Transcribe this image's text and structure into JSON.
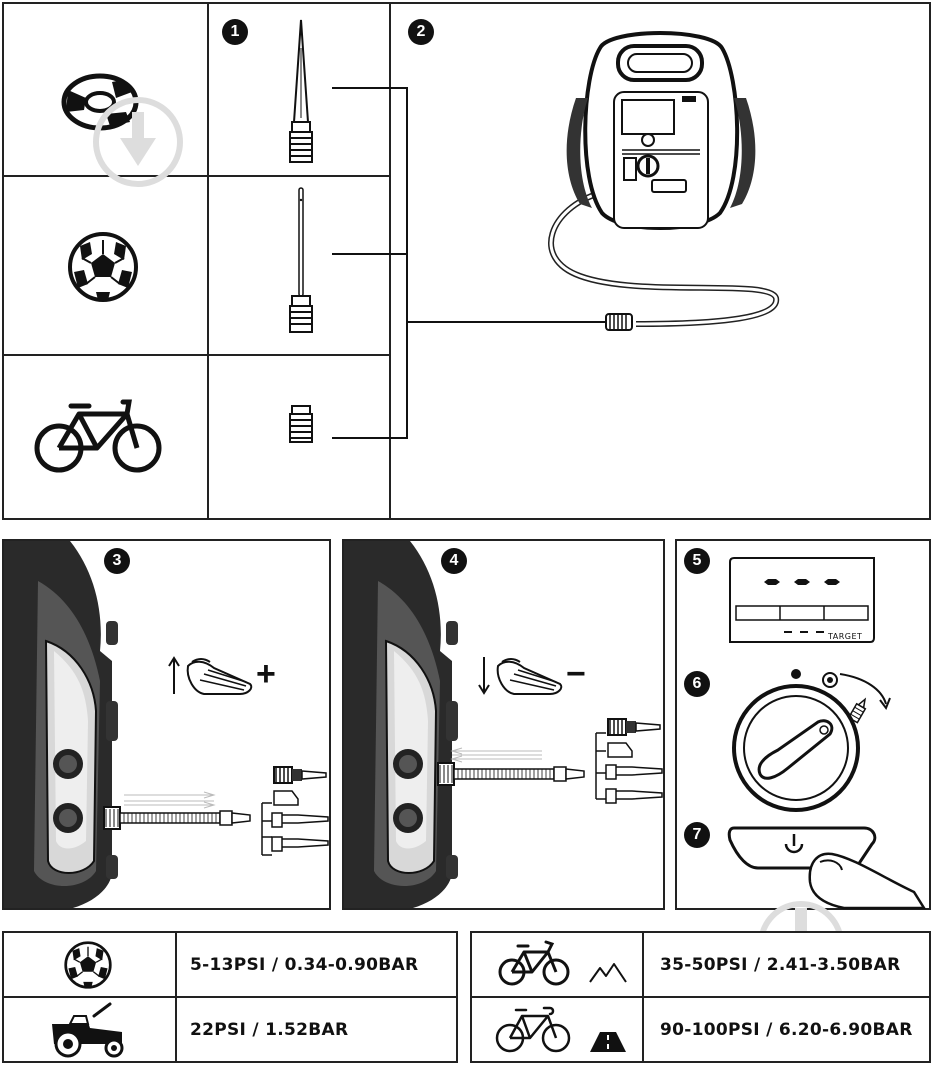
{
  "steps": {
    "s1": "1",
    "s2": "2",
    "s3": "3",
    "s4": "4",
    "s5": "5",
    "s6": "6",
    "s7": "7"
  },
  "display": {
    "target_label": "TARGET"
  },
  "controls": {
    "increase_symbol": "+",
    "decrease_symbol": "−"
  },
  "pressure_table": {
    "left": [
      {
        "item": "football-icon",
        "value": "5-13PSI / 0.34-0.90BAR"
      },
      {
        "item": "lawn-mower-icon",
        "value": "22PSI / 1.52BAR"
      }
    ],
    "right": [
      {
        "item": "mountain-bike-icon",
        "value": "35-50PSI / 2.41-3.50BAR"
      },
      {
        "item": "road-bike-icon",
        "value": "90-100PSI / 6.20-6.90BAR"
      }
    ]
  }
}
